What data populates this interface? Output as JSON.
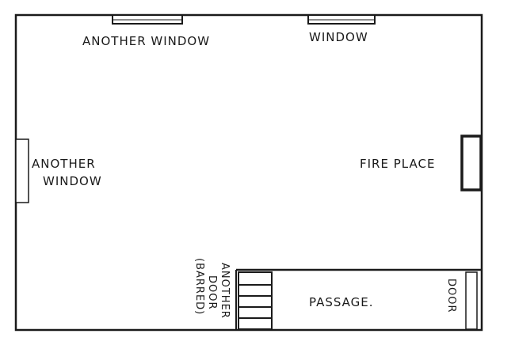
{
  "labels": {
    "another_window_top": "ANOTHER WINDOW",
    "window_top": "WINDOW",
    "another_window_left_1": "ANOTHER",
    "another_window_left_2": "WINDOW",
    "fire_place": "FIRE PLACE",
    "passage": "PASSAGE.",
    "door": "DOOR",
    "another_door_1": "ANOTHER",
    "another_door_2": "DOOR",
    "barred": "(BARRED)"
  },
  "colors": {
    "ink": "#1a1a1a",
    "paper": "#ffffff"
  }
}
